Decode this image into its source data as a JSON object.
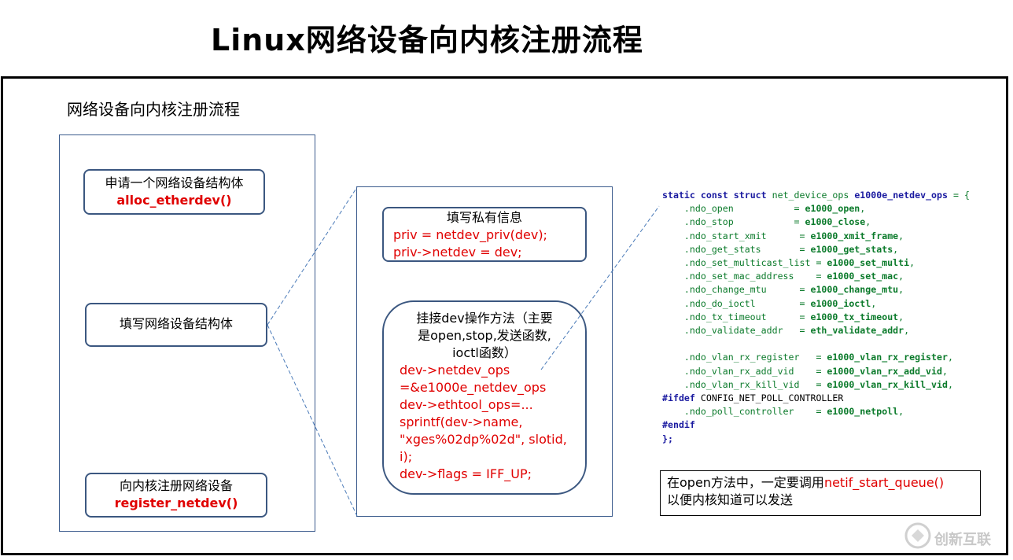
{
  "title": "Linux网络设备向内核注册流程",
  "subtitle": "网络设备向内核注册流程",
  "left_boxes": {
    "alloc": {
      "line1": "申请一个网络设备结构体",
      "line2": "alloc_etherdev()"
    },
    "fill": {
      "label": "填写网络设备结构体"
    },
    "register": {
      "line1": "向内核注册网络设备",
      "line2": "register_netdev()"
    }
  },
  "private_box": {
    "heading": "填写私有信息",
    "line1": "priv = netdev_priv(dev);",
    "line2": "priv->netdev = dev;"
  },
  "ops_box": {
    "heading1": "挂接dev操作方法（主要",
    "heading2": "是open,stop,发送函数,",
    "heading3": "ioctl函数）",
    "code": [
      "dev->netdev_ops",
      "=&e1000e_netdev_ops",
      "dev->ethtool_ops=...",
      "sprintf(dev->name,",
      "\"xges%02dp%02d\", slotid,",
      "i);",
      "dev->flags = IFF_UP;"
    ]
  },
  "code_listing": {
    "header_kw1": "static const ",
    "header_kw2": "struct",
    "header_rest": " net_device_ops ",
    "header_name": "e1000e_netdev_ops",
    "header_end": " = {",
    "fields": [
      {
        "name": "    .ndo_open           = ",
        "value": "e1000_open",
        "end": ","
      },
      {
        "name": "    .ndo_stop           = ",
        "value": "e1000_close",
        "end": ","
      },
      {
        "name": "    .ndo_start_xmit      = ",
        "value": "e1000_xmit_frame",
        "end": ","
      },
      {
        "name": "    .ndo_get_stats       = ",
        "value": "e1000_get_stats",
        "end": ","
      },
      {
        "name": "    .ndo_set_multicast_list = ",
        "value": "e1000_set_multi",
        "end": ","
      },
      {
        "name": "    .ndo_set_mac_address    = ",
        "value": "e1000_set_mac",
        "end": ","
      },
      {
        "name": "    .ndo_change_mtu      = ",
        "value": "e1000_change_mtu",
        "end": ","
      },
      {
        "name": "    .ndo_do_ioctl        = ",
        "value": "e1000_ioctl",
        "end": ","
      },
      {
        "name": "    .ndo_tx_timeout      = ",
        "value": "e1000_tx_timeout",
        "end": ","
      },
      {
        "name": "    .ndo_validate_addr   = ",
        "value": "eth_validate_addr",
        "end": ","
      }
    ],
    "vlan_fields": [
      {
        "name": "    .ndo_vlan_rx_register   = ",
        "value": "e1000_vlan_rx_register",
        "end": ","
      },
      {
        "name": "    .ndo_vlan_rx_add_vid    = ",
        "value": "e1000_vlan_rx_add_vid",
        "end": ","
      },
      {
        "name": "    .ndo_vlan_rx_kill_vid   = ",
        "value": "e1000_vlan_rx_kill_vid",
        "end": ","
      }
    ],
    "ifdef_kw": "#ifdef",
    "ifdef_sym": " CONFIG_NET_POLL_CONTROLLER",
    "poll_field": {
      "name": "    .ndo_poll_controller    = ",
      "value": "e1000_netpoll",
      "end": ","
    },
    "endif": "#endif",
    "closing": "};"
  },
  "note": {
    "part1": "在open方法中，一定要调用",
    "part2": "netif_start_queue()",
    "line2": "以便内核知道可以发送"
  },
  "watermark": "创新互联",
  "colors": {
    "accent_red": "#e00000",
    "border_blue": "#3b5780",
    "code_green": "#0a7a2a",
    "code_keyword": "#1a1aa0"
  }
}
